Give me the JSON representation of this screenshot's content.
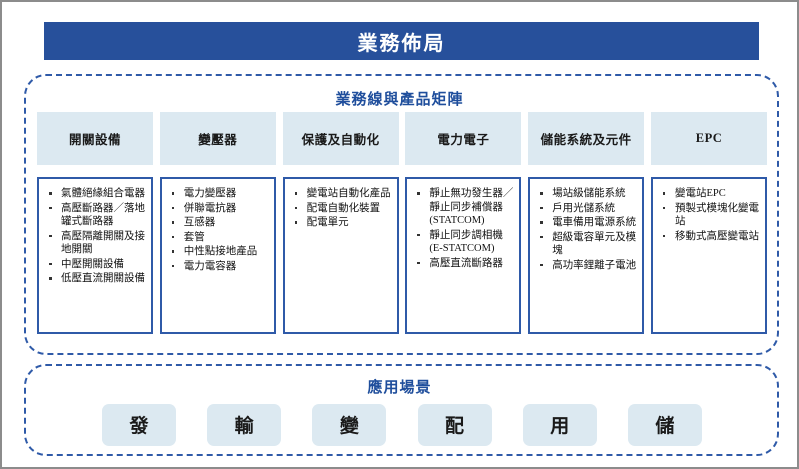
{
  "page": {
    "banner_title": "業務佈局"
  },
  "matrix": {
    "title": "業務線與產品矩陣",
    "columns": [
      {
        "header": "開關設備",
        "items": [
          "氣體絕緣組合電器",
          "高壓斷路器／落地罐式斷路器",
          "高壓隔離開關及接地開關",
          "中壓開關設備",
          "低壓直流開關設備"
        ]
      },
      {
        "header": "變壓器",
        "items": [
          "電力變壓器",
          "併聯電抗器",
          "互感器",
          "套管",
          "中性點接地產品",
          "電力電容器"
        ]
      },
      {
        "header": "保護及自動化",
        "items": [
          "變電站自動化產品",
          "配電自動化裝置",
          "配電單元"
        ]
      },
      {
        "header": "電力電子",
        "items": [
          "靜止無功發生器／靜止同步補償器 (STATCOM)",
          "靜止同步調相機 (E-STATCOM)",
          "高壓直流斷路器"
        ]
      },
      {
        "header": "儲能系統及元件",
        "items": [
          "場站級儲能系統",
          "戶用光儲系統",
          "電車備用電源系統",
          "超級電容單元及模塊",
          "高功率鋰離子電池"
        ]
      },
      {
        "header": "EPC",
        "items": [
          "變電站EPC",
          "預製式模塊化變電站",
          "移動式高壓變電站"
        ]
      }
    ]
  },
  "applications": {
    "title": "應用場景",
    "chips": [
      "發",
      "輸",
      "變",
      "配",
      "用",
      "儲"
    ]
  },
  "colors": {
    "banner_blue": "#27509b",
    "border_blue": "#2f5aa8",
    "title_blue": "#1f4e9c",
    "light_blue_fill": "#dce9f1",
    "frame_gray": "#8c8c8c"
  }
}
